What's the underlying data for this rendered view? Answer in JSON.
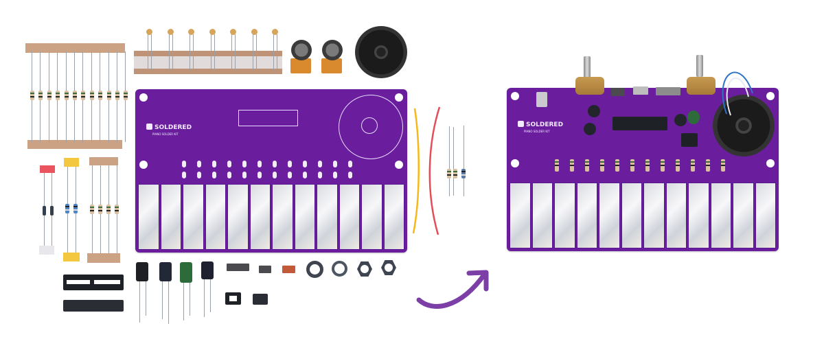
{
  "scene": {
    "description": "Soldered Piano Solder Kit: loose components on the left, assembled board on the right, purple arrow in between",
    "background_color": "#ffffff",
    "pcb_color": "#6a1e9e",
    "arrow_color": "#7b3fa6",
    "key_color": "#e6e8ec"
  },
  "kit_board": {
    "brand": "SOLDERED",
    "subtitle": "PIANO SOLDER KIT",
    "key_count": 12
  },
  "assembled_board": {
    "brand": "SOLDERED",
    "subtitle": "PIANO SOLDER KIT",
    "key_count": 12
  },
  "components": {
    "resistor_strip_count": 12,
    "ceramic_cap_count": 7,
    "potentiometer_count": 2,
    "electrolytic_cap_count": 4,
    "nut_count": 4
  },
  "arrow": {
    "icon": "curved-arrow-right-up"
  }
}
